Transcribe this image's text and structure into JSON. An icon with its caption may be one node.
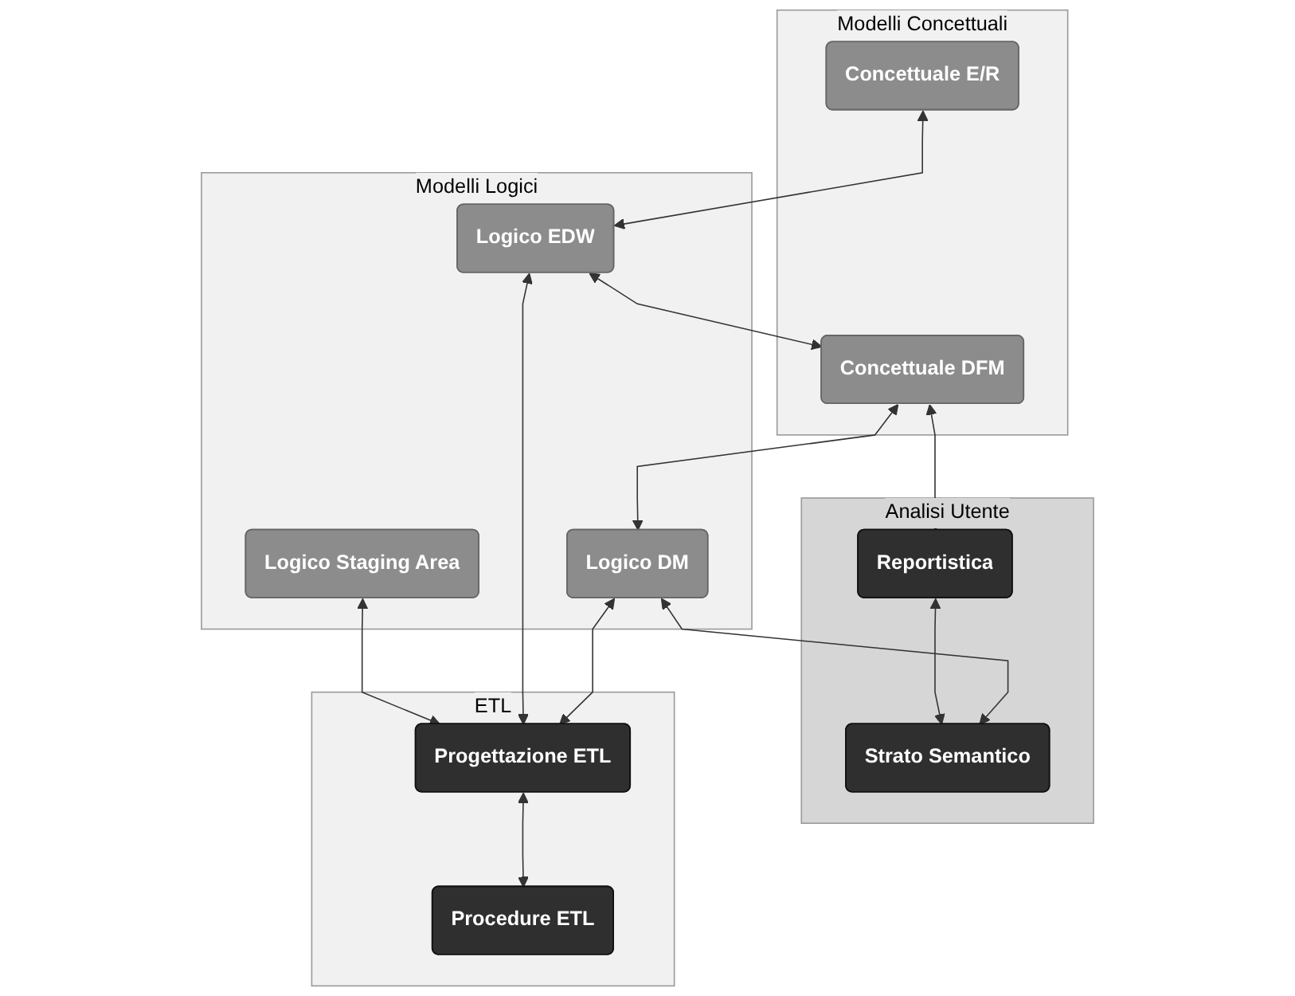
{
  "diagram": {
    "nodes": [
      {
        "text": [
          "Modelli Concettuali"
        ]
      },
      {
        "text": [
          "Concettuale E/R"
        ],
        "in": 0
      },
      {
        "text": [
          "Concettuale DFM"
        ],
        "in": 0
      },
      {
        "text": [
          "Analisi Utente"
        ]
      },
      {
        "text": [
          "Reportistica"
        ],
        "in": 3
      },
      {
        "text": [
          "Modelli Logici"
        ]
      },
      {
        "text": [
          "Logico Staging Area"
        ],
        "in": 5
      },
      {
        "text": [
          "Logico EDW"
        ],
        "in": 5
      },
      {
        "text": [
          "Logico DM"
        ],
        "in": 5
      },
      {
        "text": [
          "Strato Semantico"
        ],
        "in": 3
      },
      {
        "text": [
          "ETL"
        ]
      },
      {
        "text": [
          "Progettazione ETL"
        ],
        "in": 10
      },
      {
        "text": [
          "Procedure ETL"
        ],
        "in": 10
      }
    ],
    "edges": [
      {
        "from": 1,
        "to": 7,
        "arrow": "both"
      },
      {
        "from": 7,
        "to": 2,
        "arrow": "both"
      },
      {
        "from": 2,
        "to": 8,
        "arrow": "both"
      },
      {
        "from": 2,
        "to": 4,
        "arrow": "both"
      },
      {
        "from": 4,
        "to": 9,
        "arrow": "both"
      },
      {
        "from": 8,
        "to": 9,
        "arrow": "both"
      },
      {
        "from": 6,
        "to": 11,
        "arrow": "both"
      },
      {
        "from": 7,
        "to": 11,
        "arrow": "both"
      },
      {
        "from": 8,
        "to": 11,
        "arrow": "both"
      },
      {
        "from": 11,
        "to": 12,
        "arrow": "both"
      }
    ]
  }
}
